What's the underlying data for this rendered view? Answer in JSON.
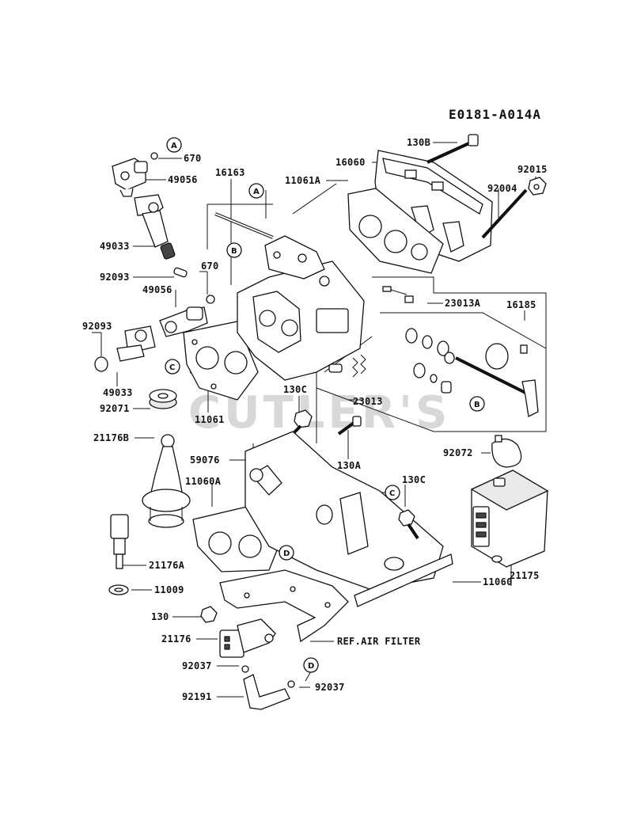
{
  "diagram_code": "E0181-A014A",
  "watermark": "CUTLER'S",
  "callouts": [
    "A",
    "B",
    "C",
    "D"
  ],
  "part_labels": [
    "670",
    "49056",
    "16163",
    "49033",
    "92093",
    "670",
    "49056",
    "92093",
    "49033",
    "92071",
    "11061",
    "21176B",
    "21176A",
    "11009",
    "130",
    "21176",
    "92037",
    "92191",
    "130B",
    "16060",
    "11061A",
    "92015",
    "92004",
    "23013A",
    "16185",
    "23013",
    "130C",
    "130A",
    "59076",
    "11060A",
    "130C",
    "92072",
    "21175",
    "11060",
    "REF.AIR FILTER",
    "92037"
  ]
}
